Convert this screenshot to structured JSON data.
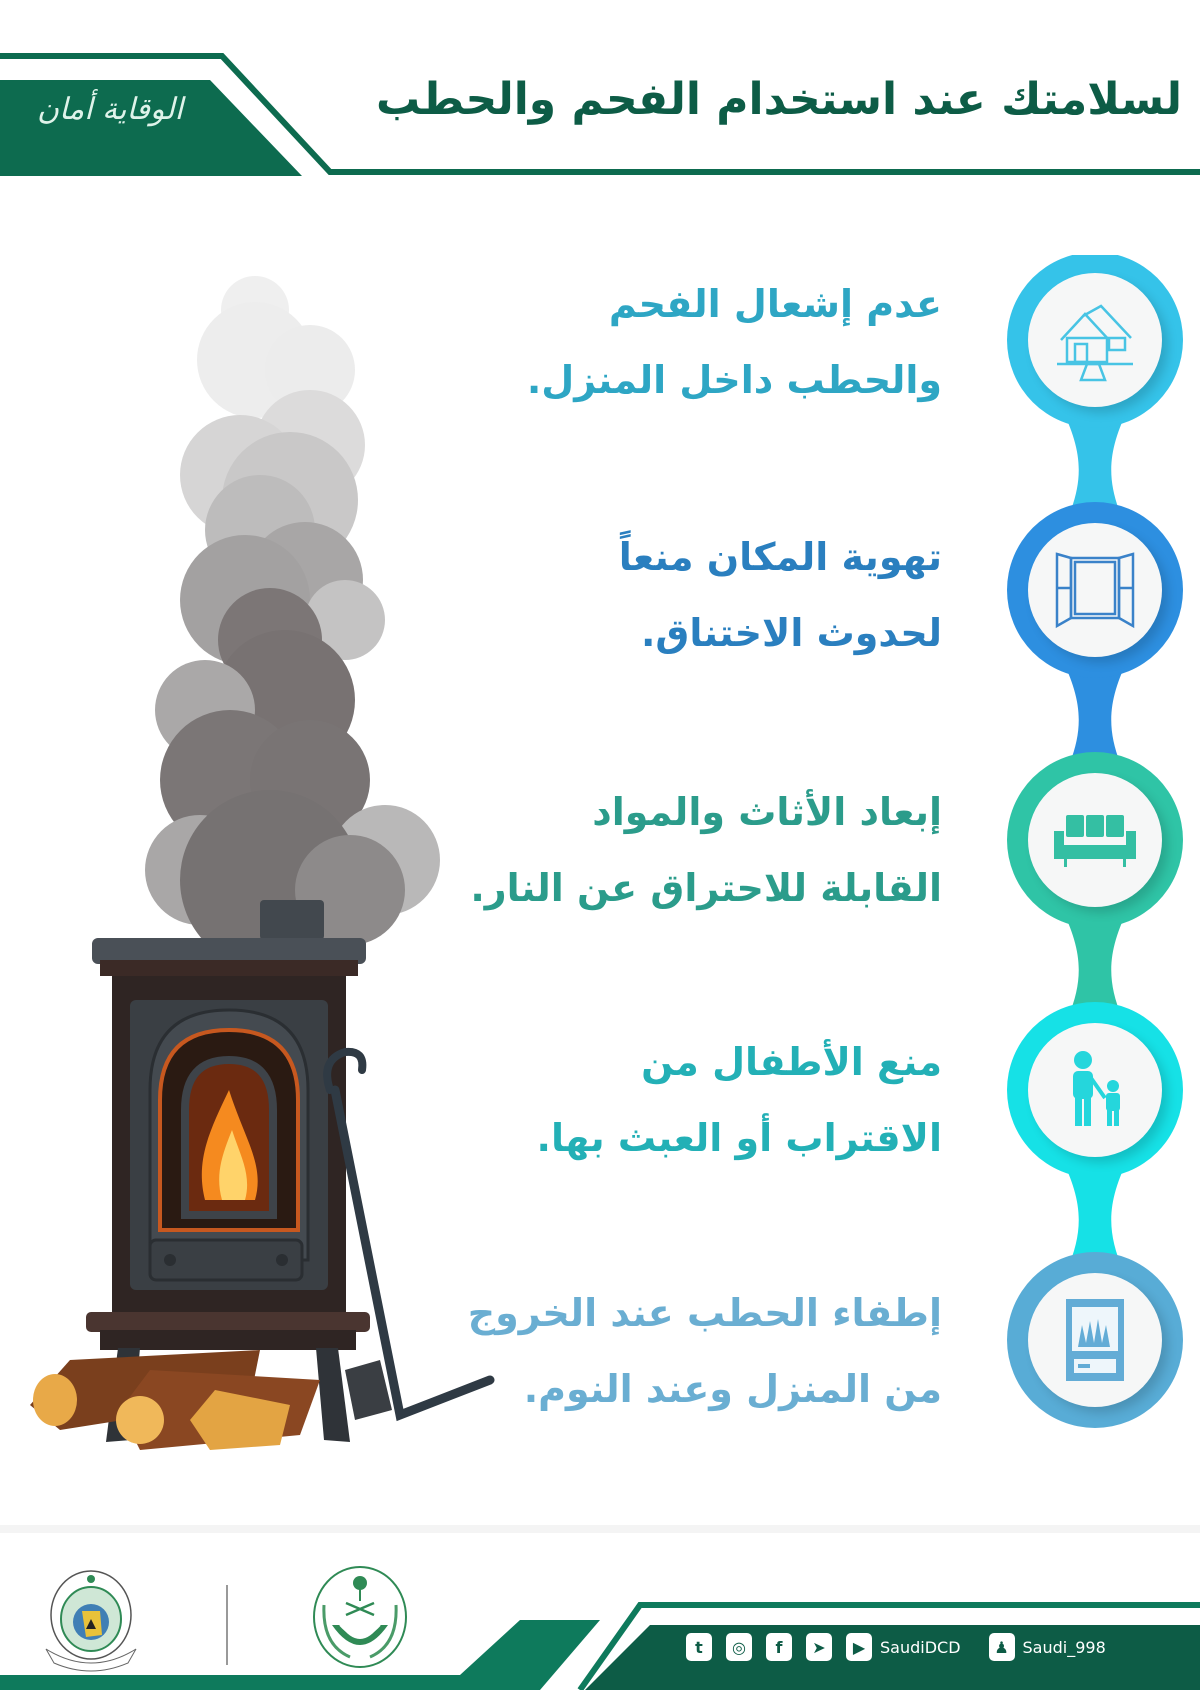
{
  "header": {
    "title": "لسلامتك عند استخدام الفحم والحطب",
    "slogan": "الوقاية أمان",
    "brand_color": "#0d6b4f"
  },
  "tips": [
    {
      "line1": "عدم إشعال الفحم",
      "line2": "والحطب داخل المنزل.",
      "icon": "house-icon",
      "ring_color": "#35c3e9",
      "text_color": "#2ea6c4"
    },
    {
      "line1": "تهوية المكان منعاً",
      "line2": "لحدوث الاختناق.",
      "icon": "window-icon",
      "ring_color": "#2d8fe0",
      "text_color": "#2a7fbf"
    },
    {
      "line1": "إبعاد الأثاث والمواد",
      "line2": "القابلة للاحتراق عن النار.",
      "icon": "sofa-icon",
      "ring_color": "#2fc4a6",
      "text_color": "#2b9c8b"
    },
    {
      "line1": "منع الأطفال من",
      "line2": "الاقتراب أو العبث بها.",
      "icon": "parent-child-icon",
      "ring_color": "#16e1e6",
      "text_color": "#23b0b6"
    },
    {
      "line1": "إطفاء الحطب عند الخروج",
      "line2": "من المنزل وعند النوم.",
      "icon": "fireplace-icon",
      "ring_color": "#58acd6",
      "text_color": "#6aaed2"
    }
  ],
  "illustration": {
    "subject": "wood-burning-stove-with-smoke",
    "smoke_color": "#787272",
    "flame_color": "#f58a1f"
  },
  "footer": {
    "socials": [
      {
        "name": "twitter",
        "glyph": "t"
      },
      {
        "name": "instagram",
        "glyph": "◎"
      },
      {
        "name": "facebook",
        "glyph": "f"
      },
      {
        "name": "telegram",
        "glyph": "➤"
      },
      {
        "name": "youtube",
        "glyph": "▶"
      }
    ],
    "handle_main": "SaudiDCD",
    "snapchat_glyph": "♟",
    "handle_snapchat": "Saudi_998"
  }
}
